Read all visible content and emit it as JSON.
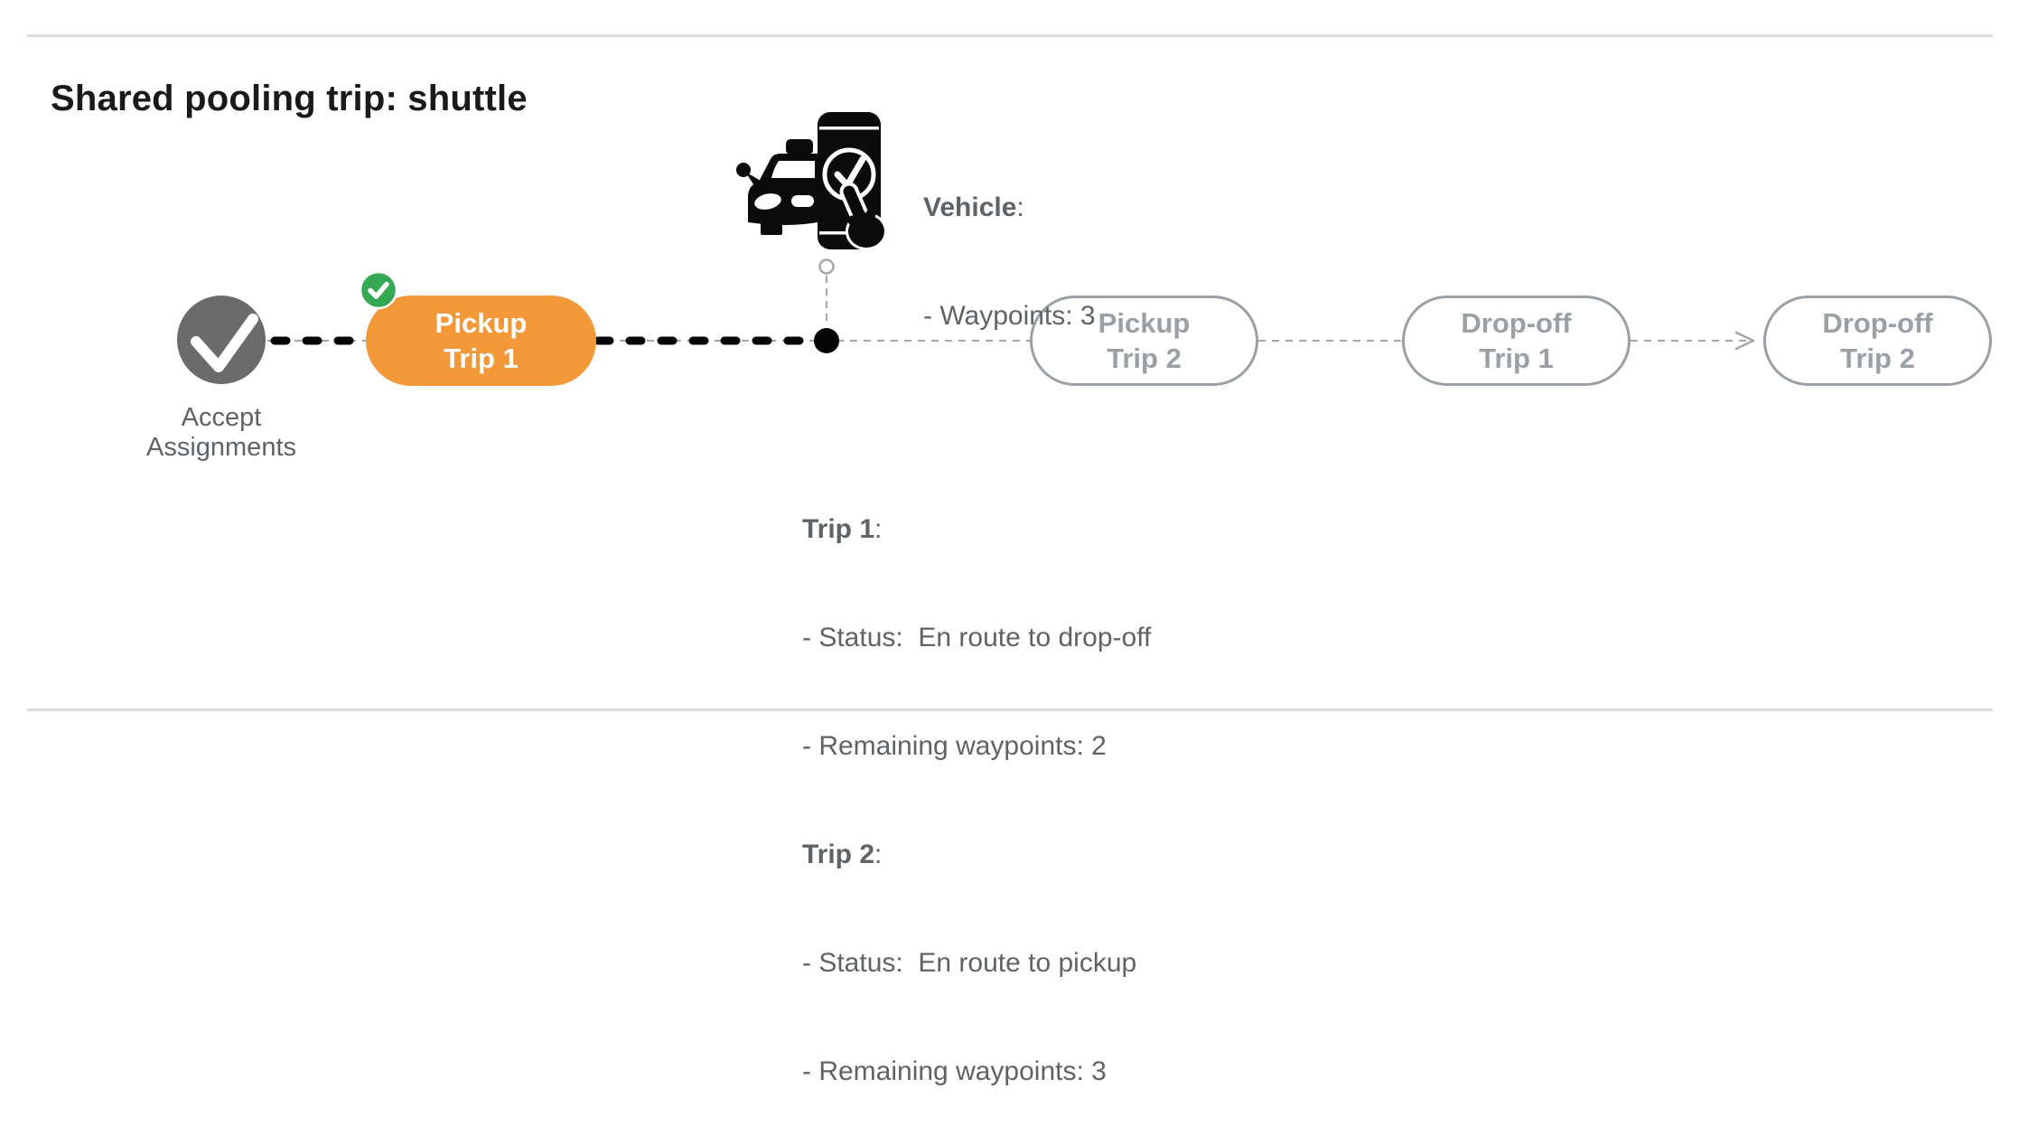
{
  "page": {
    "title": "Shared pooling trip: shuttle"
  },
  "colors": {
    "accent_orange": "#f29838",
    "badge_green": "#34a853",
    "node_gray": "#6b6b6b",
    "pill_gray": "#9aa0a6",
    "text_gray": "#5f6368",
    "separator_gray": "#dadce0",
    "connector_gray": "#a6a6a6",
    "connector_black": "#050505"
  },
  "timeline": {
    "accept_node": {
      "icon": "check-icon",
      "label_line1": "Accept",
      "label_line2": "Assignments"
    },
    "current_position_marker": "vehicle-position-dot",
    "nodes": [
      {
        "id": "pickup-trip-1",
        "line1": "Pickup",
        "line2": "Trip 1",
        "state": "completed-current",
        "badge": "green-check-icon"
      },
      {
        "id": "pickup-trip-2",
        "line1": "Pickup",
        "line2": "Trip 2",
        "state": "pending"
      },
      {
        "id": "dropoff-trip-1",
        "line1": "Drop-off",
        "line2": "Trip 1",
        "state": "pending"
      },
      {
        "id": "dropoff-trip-2",
        "line1": "Drop-off",
        "line2": "Trip 2",
        "state": "pending"
      }
    ]
  },
  "vehicle_info": {
    "label": "Vehicle",
    "colon": ":",
    "lines": [
      "- Waypoints: 3"
    ]
  },
  "trip_info": [
    {
      "label": "Trip 1",
      "colon": ":",
      "lines": [
        "- Status:  En route to drop-off",
        "- Remaining waypoints: 2"
      ]
    },
    {
      "label": "Trip 2",
      "colon": ":",
      "lines": [
        "- Status:  En route to pickup",
        "- Remaining waypoints: 3"
      ]
    }
  ]
}
